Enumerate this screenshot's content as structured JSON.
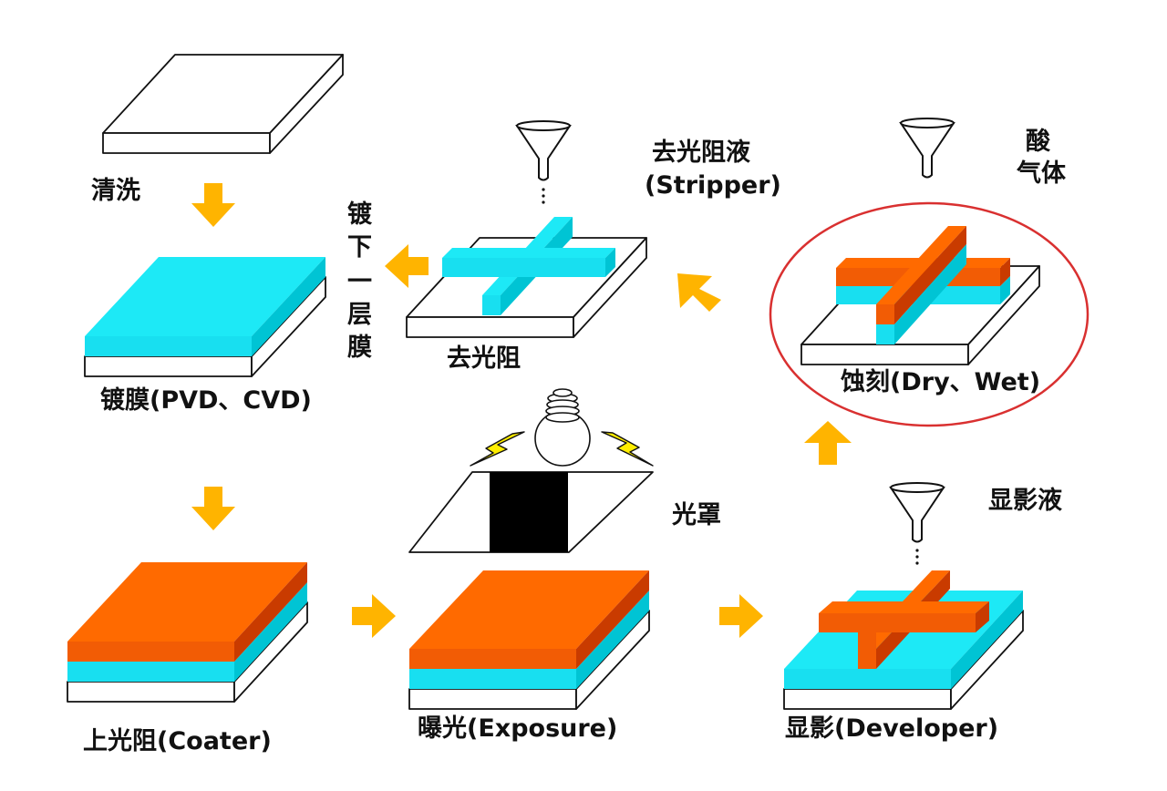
{
  "labels": {
    "clean": "清洗",
    "coating": "镀膜(PVD、CVD)",
    "coater": "上光阻(Coater)",
    "exposure": "曝光(Exposure)",
    "developer": "显影(Developer)",
    "etch": "蚀刻(Dry、Wet)",
    "strip": "去光阻",
    "stripper_line1": "去光阻液",
    "stripper_line2": "(Stripper)",
    "mask": "光罩",
    "developer_fluid": "显影液",
    "acid_line1": "酸",
    "acid_line2": "气体",
    "next_layer": [
      "镀",
      "下",
      "一",
      "层",
      "膜"
    ]
  },
  "colors": {
    "cyan_top": "#1de9f6",
    "cyan_side": "#00c4d4",
    "cyan_front": "#18dff0",
    "orange_top": "#ff6a00",
    "orange_front": "#f25c05",
    "orange_side": "#c93b00",
    "arrow": "#ffb400",
    "bolt": "#ffee00",
    "ring": "#d93030",
    "outline": "#111111",
    "mask_block": "#000000"
  },
  "icons": [
    "funnel-icon",
    "light-bulb-icon",
    "lightning-bolt-icon",
    "arrow-icon"
  ]
}
